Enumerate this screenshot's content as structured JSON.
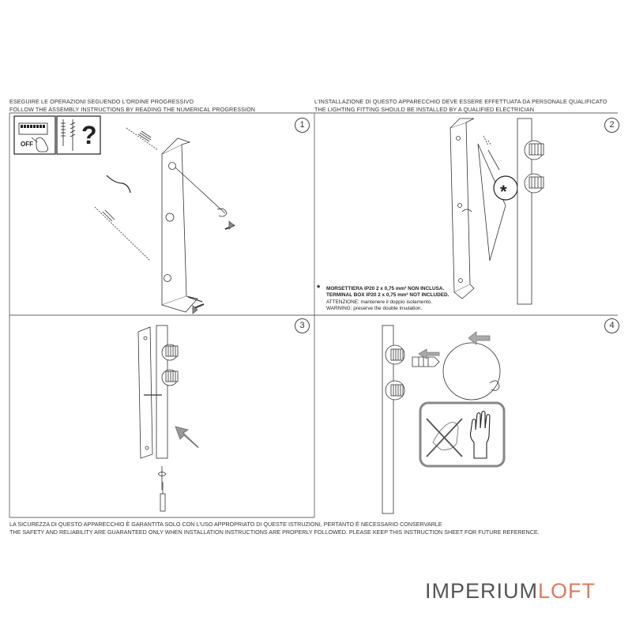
{
  "header": {
    "left_line1": "ESEGUIRE LE OPERAZIONI SEGUENDO L'ORDINE PROGRESSIVO",
    "left_line2": "FOLLOW THE ASSEMBLY INSTRUCTIONS BY READING THE NUMERICAL PROGRESSION",
    "right_line1": "L'INSTALLAZIONE DI QUESTO APPARECCHIO DEVE ESSERE EFFETTUATA DA PERSONALE QUALIFICATO",
    "right_line2": "THE LIGHTING FITTING SHOULD BE INSTALLED BY A QUALIFIED ELECTRICIAN"
  },
  "steps": [
    "1",
    "2",
    "3",
    "4"
  ],
  "panel1": {
    "off_label": "OFF",
    "question_mark": "?"
  },
  "panel2": {
    "star_symbol": "*"
  },
  "note": {
    "star": "*",
    "line1": "MORSETTIERA IP20 2 x 0,75 mm² NON INCLUSA.",
    "line2": "TERMINAL BOX IP20 2 x 0,75 mm² NOT INCLUDED.",
    "line3": "ATTENZIONE: mantenere il doppio isolamento.",
    "line4": "WARNING: preserve the double insulation."
  },
  "footer": {
    "line1": "LA SICUREZZA DI QUESTO APPARECCHIO È GARANTITA SOLO CON L'USO APPROPRIATO DI QUESTE ISTRUZIONI, PERTANTO È NECESSARIO CONSERVARLE",
    "line2": "THE SAFETY AND RELIABILITY ARE GUARANTEED ONLY WHEN INSTALLATION INSTRUCTIONS ARE PROPERLY FOLLOWED. PLEASE KEEP THIS INSTRUCTION SHEET FOR FUTURE REFERENCE."
  },
  "logo": {
    "part1": "IMPERIUM",
    "part2": "LOFT",
    "color_part1": "#555555",
    "color_part2": "#e07a5f"
  }
}
